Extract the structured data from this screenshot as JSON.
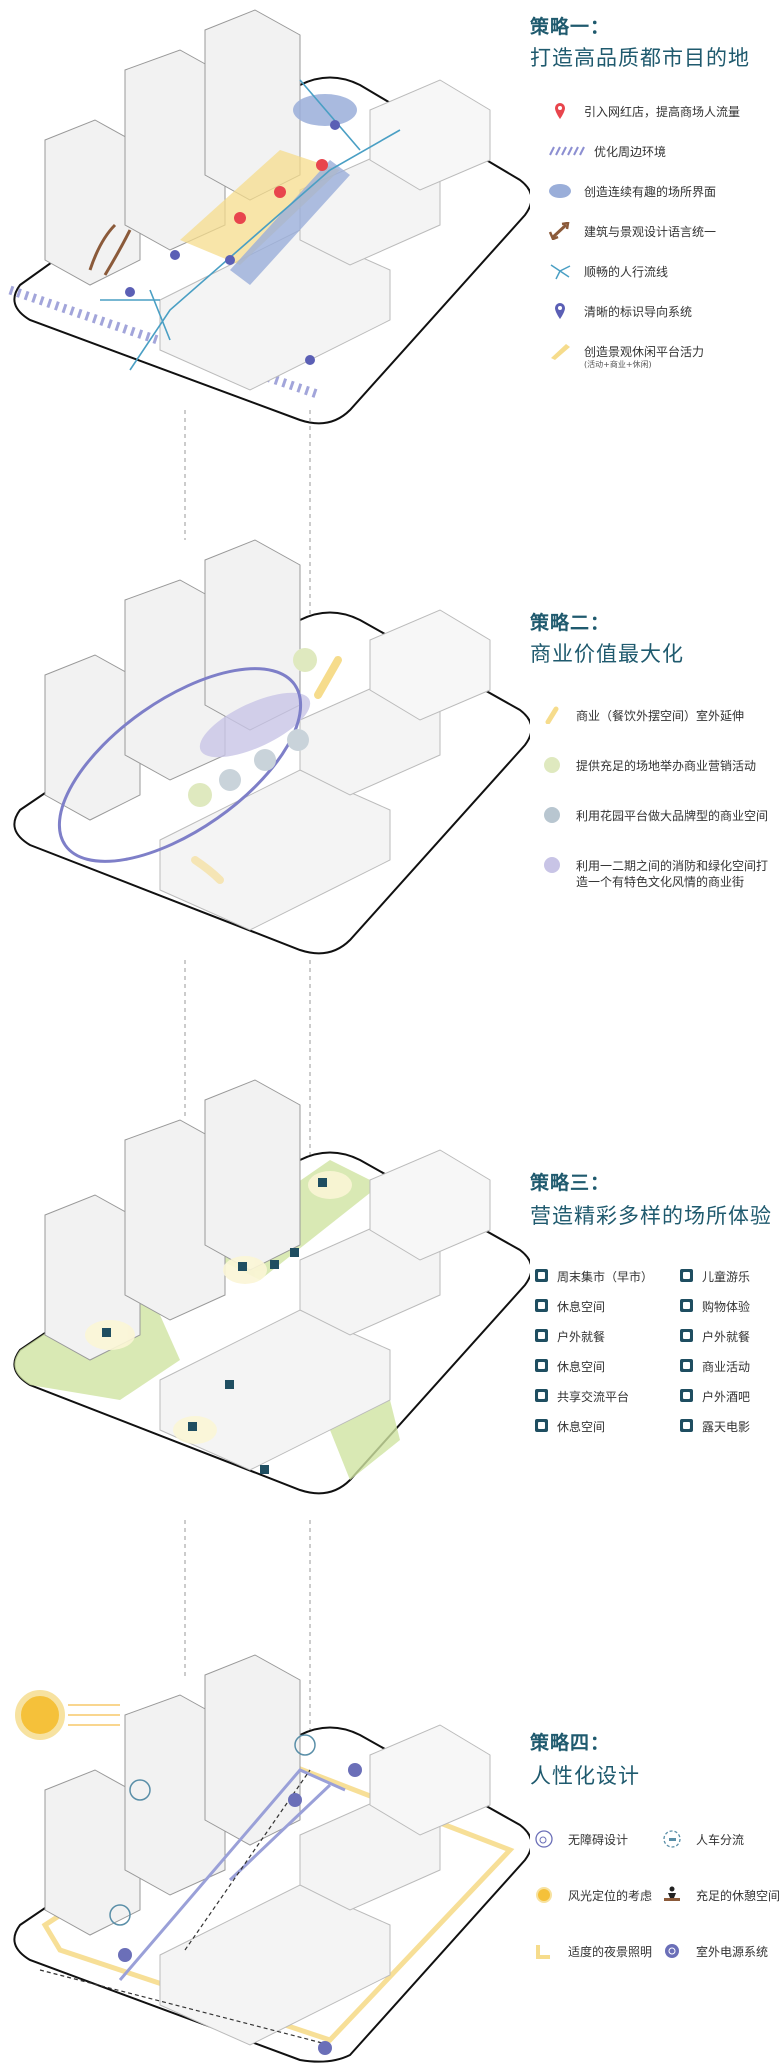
{
  "strategies": [
    {
      "title": "策略一：",
      "subtitle": "打造高品质都市目的地",
      "legend": [
        {
          "icon": "map-pin-red-icon",
          "label": "引入网红店，提高商场人流量"
        },
        {
          "icon": "hatch-stripe-icon",
          "label": "优化周边环境"
        },
        {
          "icon": "blue-zone-icon",
          "label": "创造连续有趣的场所界面"
        },
        {
          "icon": "double-arrow-brown-icon",
          "label": "建筑与景观设计语言统一"
        },
        {
          "icon": "flow-arrows-icon",
          "label": "顺畅的人行流线"
        },
        {
          "icon": "map-pin-purple-icon",
          "label": "清晰的标识导向系统"
        },
        {
          "icon": "yellow-platform-icon",
          "label": "创造景观休闲平台活力",
          "sublabel": "(活动+商业+休闲)"
        }
      ]
    },
    {
      "title": "策略二：",
      "subtitle": "商业价值最大化",
      "legend": [
        {
          "icon": "yellow-stroke-icon",
          "label": "商业（餐饮外摆空间）室外延伸"
        },
        {
          "icon": "green-dot-icon",
          "label": "提供充足的场地举办商业营销活动"
        },
        {
          "icon": "gray-gradient-dot-icon",
          "label": "利用花园平台做大品牌型的商业空间"
        },
        {
          "icon": "purple-dot-icon",
          "label": "利用一二期之间的消防和绿化空间打",
          "label2": "造一个有特色文化风情的商业街"
        }
      ]
    },
    {
      "title": "策略三：",
      "subtitle": "营造精彩多样的场所体验",
      "legend_left": [
        "周末集市（早市）",
        "休息空间",
        "户外就餐",
        "休息空间",
        "共享交流平台",
        "休息空间"
      ],
      "legend_right": [
        "儿童游乐",
        "购物体验",
        "户外就餐",
        "商业活动",
        "户外酒吧",
        "露天电影"
      ]
    },
    {
      "title": "策略四：",
      "subtitle": "人性化设计",
      "legend": [
        {
          "icon": "wheelchair-icon",
          "label": "无障碍设计"
        },
        {
          "icon": "pedestrian-vehicle-icon",
          "label": "人车分流"
        },
        {
          "icon": "sun-icon",
          "label": "风光定位的考虑"
        },
        {
          "icon": "bench-person-icon",
          "label": "充足的休憩空间"
        },
        {
          "icon": "night-light-icon",
          "label": "适度的夜景照明"
        },
        {
          "icon": "power-outlet-icon",
          "label": "室外电源系统"
        }
      ]
    }
  ],
  "colors": {
    "title": "#1f5a6e",
    "red_pin": "#e8454d",
    "purple": "#5b5fb5",
    "blue_zone": "#9aaed9",
    "yellow": "#f6dc8c",
    "green": "#cfe3a1",
    "arrow_blue": "#4a9fc4",
    "brown": "#8b5a3a"
  }
}
